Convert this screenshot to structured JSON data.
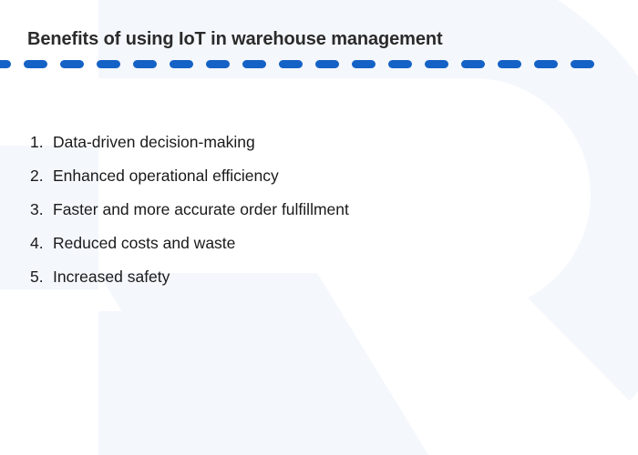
{
  "slide": {
    "title": "Benefits of using IoT in warehouse management",
    "divider": {
      "style": "dashed-rounded",
      "color": "#1562c6",
      "dash_count": 17
    },
    "benefits": [
      {
        "number": "1.",
        "text": "Data-driven decision-making"
      },
      {
        "number": "2.",
        "text": "Enhanced operational efficiency"
      },
      {
        "number": "3.",
        "text": "Faster and more accurate order fulfillment"
      },
      {
        "number": "4.",
        "text": "Reduced costs and waste"
      },
      {
        "number": "5.",
        "text": "Increased safety"
      }
    ],
    "background": {
      "watermark": "letter-r-logo-watermark",
      "base_color": "#ffffff",
      "tint_color": "#f4f7fc",
      "title_color": "#2b2b2b",
      "text_color": "#1a1a1a"
    }
  }
}
